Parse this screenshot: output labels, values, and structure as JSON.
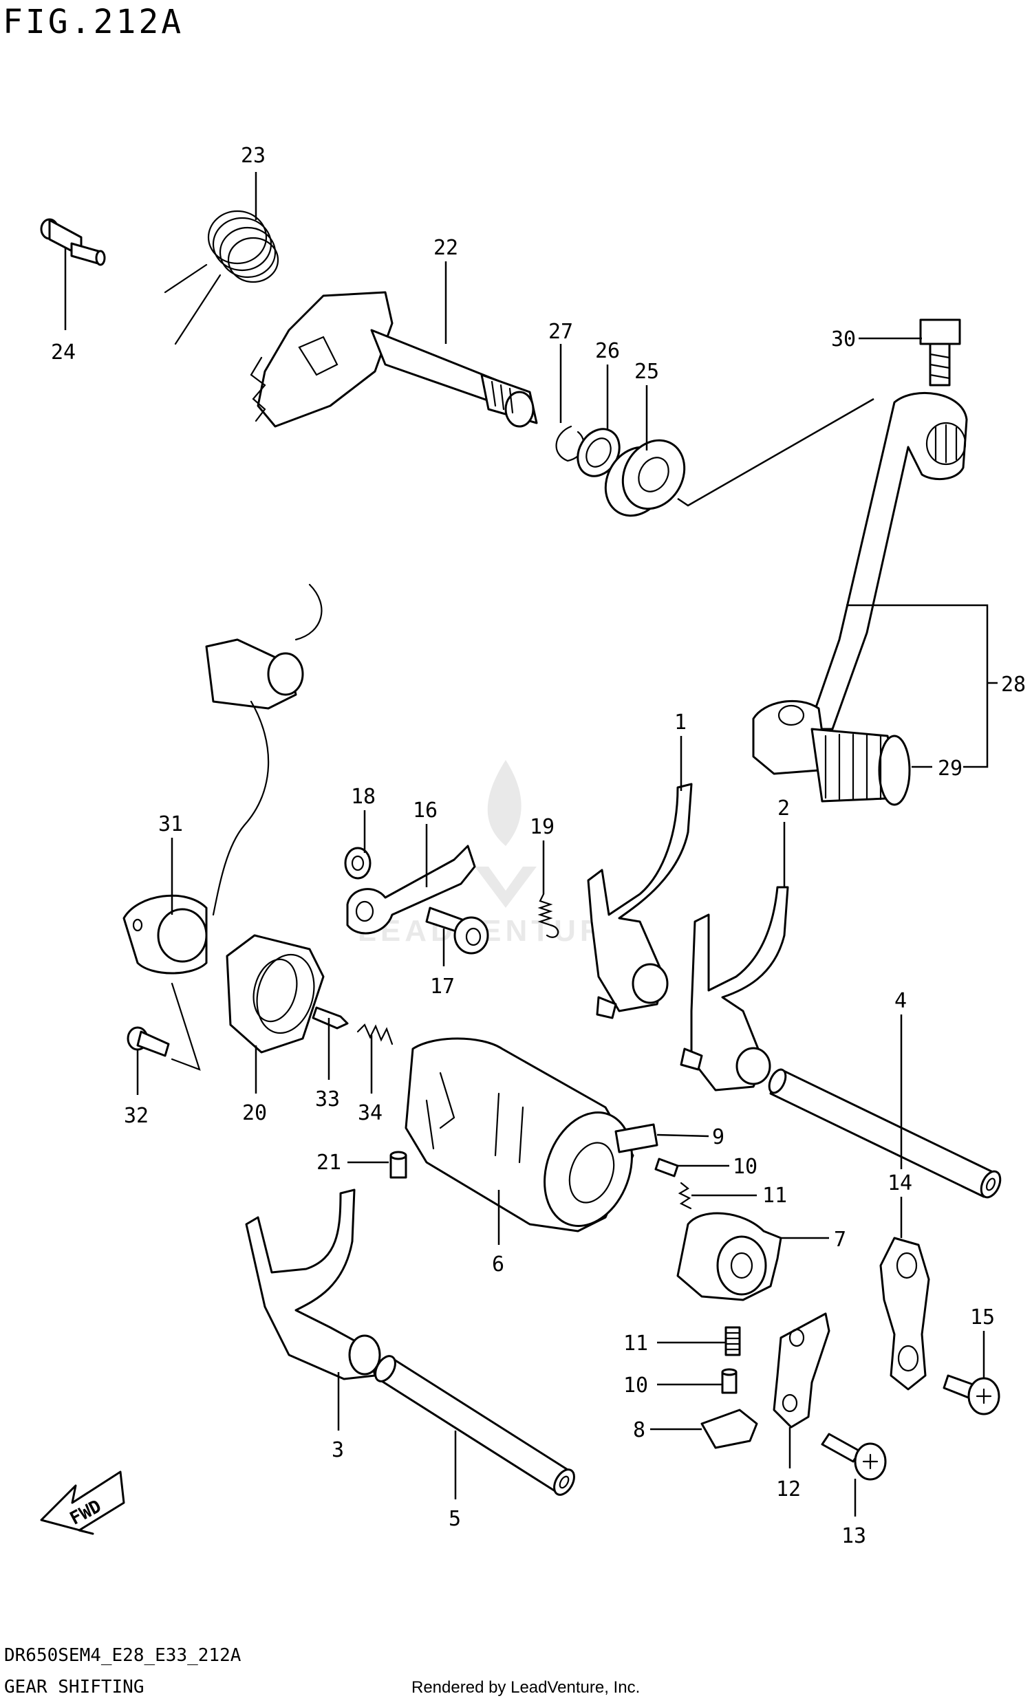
{
  "figure_title": "FIG.212A",
  "model_code": "DR650SEM4_E28_E33_212A",
  "section_name": "GEAR SHIFTING",
  "rendered_by": "Rendered by LeadVenture, Inc.",
  "fwd_label": "FWD",
  "callouts": {
    "c1": "1",
    "c2": "2",
    "c3": "3",
    "c4": "4",
    "c5": "5",
    "c6": "6",
    "c7": "7",
    "c8": "8",
    "c9": "9",
    "c10a": "10",
    "c10b": "10",
    "c11a": "11",
    "c11b": "11",
    "c12": "12",
    "c13": "13",
    "c14": "14",
    "c15": "15",
    "c16": "16",
    "c17": "17",
    "c18": "18",
    "c19": "19",
    "c20": "20",
    "c21": "21",
    "c22": "22",
    "c23": "23",
    "c24": "24",
    "c25": "25",
    "c26": "26",
    "c27": "27",
    "c28": "28",
    "c29": "29",
    "c30": "30",
    "c31": "31",
    "c32": "32",
    "c33": "33",
    "c34": "34"
  }
}
